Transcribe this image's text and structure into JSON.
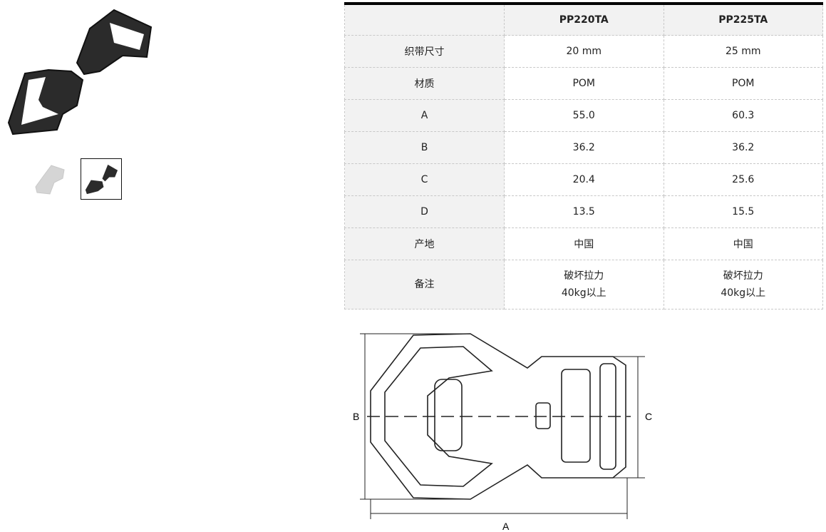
{
  "gallery": {
    "main_alt": "buckle",
    "thumbnails": [
      "thumbnail-1",
      "thumbnail-2"
    ],
    "selected_index": 1
  },
  "table": {
    "headers": [
      "",
      "PP220TA",
      "PP225TA"
    ],
    "rows": [
      {
        "label": "织带尺寸",
        "values": [
          "20 mm",
          "25 mm"
        ]
      },
      {
        "label": "材质",
        "values": [
          "POM",
          "POM"
        ]
      },
      {
        "label": "A",
        "values": [
          "55.0",
          "60.3"
        ]
      },
      {
        "label": "B",
        "values": [
          "36.2",
          "36.2"
        ]
      },
      {
        "label": "C",
        "values": [
          "20.4",
          "25.6"
        ]
      },
      {
        "label": "D",
        "values": [
          "13.5",
          "15.5"
        ]
      },
      {
        "label": "产地",
        "values": [
          "中国",
          "中国"
        ]
      },
      {
        "label": "备注",
        "values": [
          [
            "破坏拉力",
            "40kg以上"
          ],
          [
            "破坏拉力",
            "40kg以上"
          ]
        ]
      }
    ]
  },
  "diagram": {
    "label_a": "A",
    "label_b": "B",
    "label_c": "C"
  }
}
